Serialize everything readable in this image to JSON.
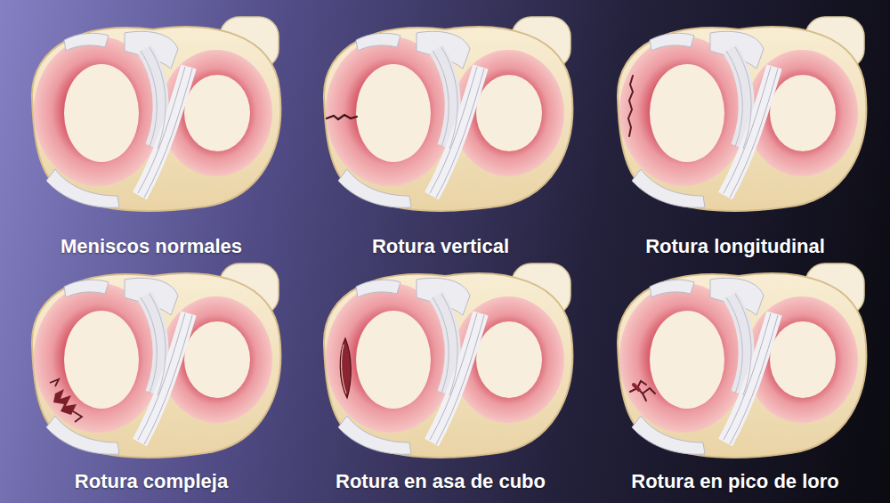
{
  "diagram": {
    "labels": [
      "Meniscos normales",
      "Rotura vertical",
      "Rotura longitudinal",
      "Rotura compleja",
      "Rotura en asa de cubo",
      "Rotura en pico de loro"
    ]
  }
}
